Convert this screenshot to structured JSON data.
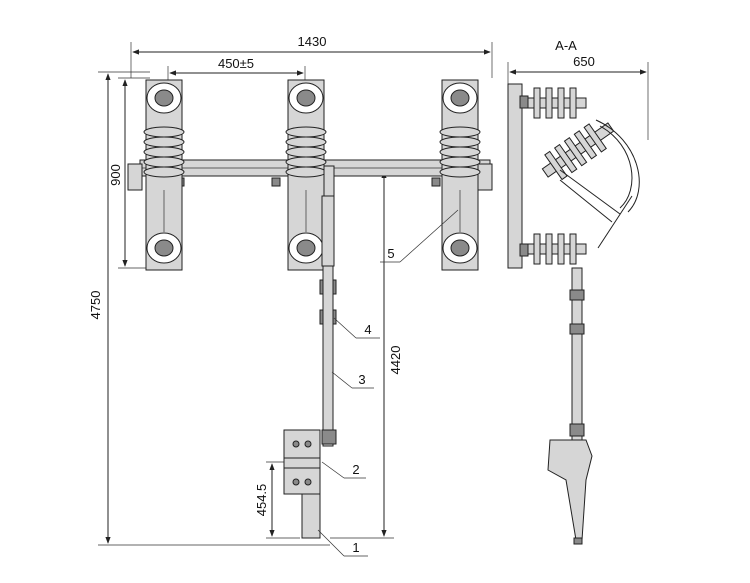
{
  "dimensions": {
    "overall_width": "1430",
    "pole_spacing": "450±5",
    "insulator_height": "900",
    "total_height": "4750",
    "shaft_height": "4420",
    "base_height": "454.5",
    "side_width": "650"
  },
  "section_label": "A-A",
  "callouts": [
    "1",
    "2",
    "3",
    "4",
    "5"
  ]
}
